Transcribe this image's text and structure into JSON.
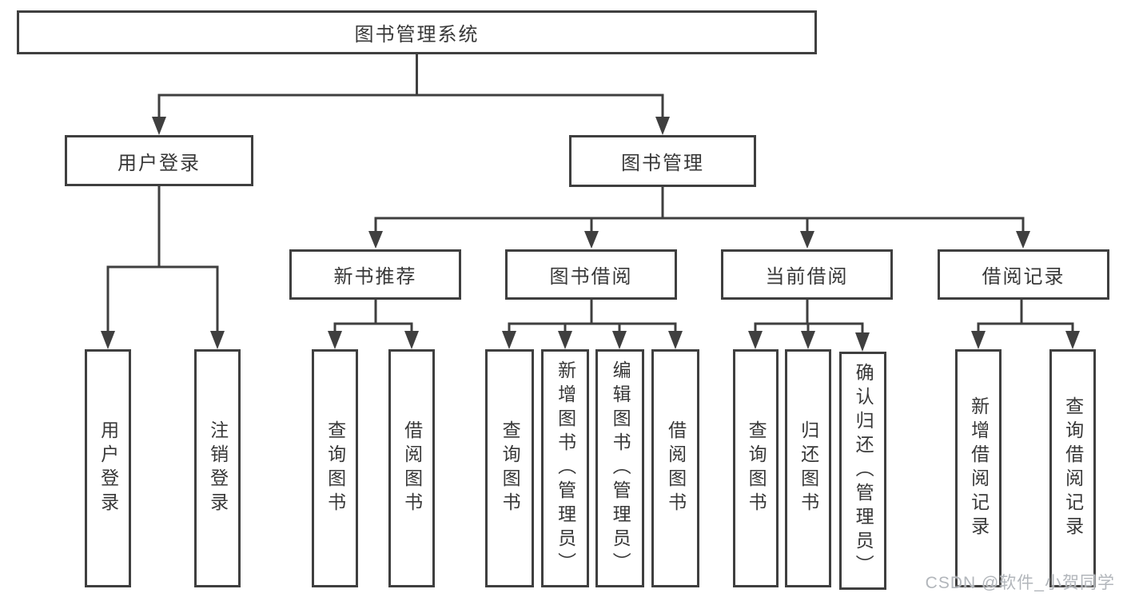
{
  "tree": {
    "root": {
      "label": "图书管理系统"
    },
    "level2": [
      {
        "id": "user-login",
        "label": "用户登录"
      },
      {
        "id": "book-management",
        "label": "图书管理"
      }
    ],
    "level3": [
      {
        "id": "new-book-recommend",
        "parent": "图书管理",
        "label": "新书推荐"
      },
      {
        "id": "book-borrow",
        "parent": "图书管理",
        "label": "图书借阅"
      },
      {
        "id": "current-borrow",
        "parent": "图书管理",
        "label": "当前借阅"
      },
      {
        "id": "borrow-records",
        "parent": "图书管理",
        "label": "借阅记录"
      }
    ],
    "leaves": [
      {
        "parent": "用户登录",
        "label": "用户登录"
      },
      {
        "parent": "用户登录",
        "label": "注销登录"
      },
      {
        "parent": "新书推荐",
        "label": "查询图书"
      },
      {
        "parent": "新书推荐",
        "label": "借阅图书"
      },
      {
        "parent": "图书借阅",
        "label": "查询图书"
      },
      {
        "parent": "图书借阅",
        "label": "新增图书（管理员）"
      },
      {
        "parent": "图书借阅",
        "label": "编辑图书（管理员）"
      },
      {
        "parent": "图书借阅",
        "label": "借阅图书"
      },
      {
        "parent": "当前借阅",
        "label": "查询图书"
      },
      {
        "parent": "当前借阅",
        "label": "归还图书"
      },
      {
        "parent": "当前借阅",
        "label": "确认归还（管理员）"
      },
      {
        "parent": "借阅记录",
        "label": "新增借阅记录"
      },
      {
        "parent": "借阅记录",
        "label": "查询借阅记录"
      }
    ],
    "watermark": "CSDN @软件_小贺同学",
    "colors": {
      "line": "#3f3f3f",
      "text": "#383838",
      "watermark": "#b2b6bb",
      "background": "#ffffff"
    }
  }
}
